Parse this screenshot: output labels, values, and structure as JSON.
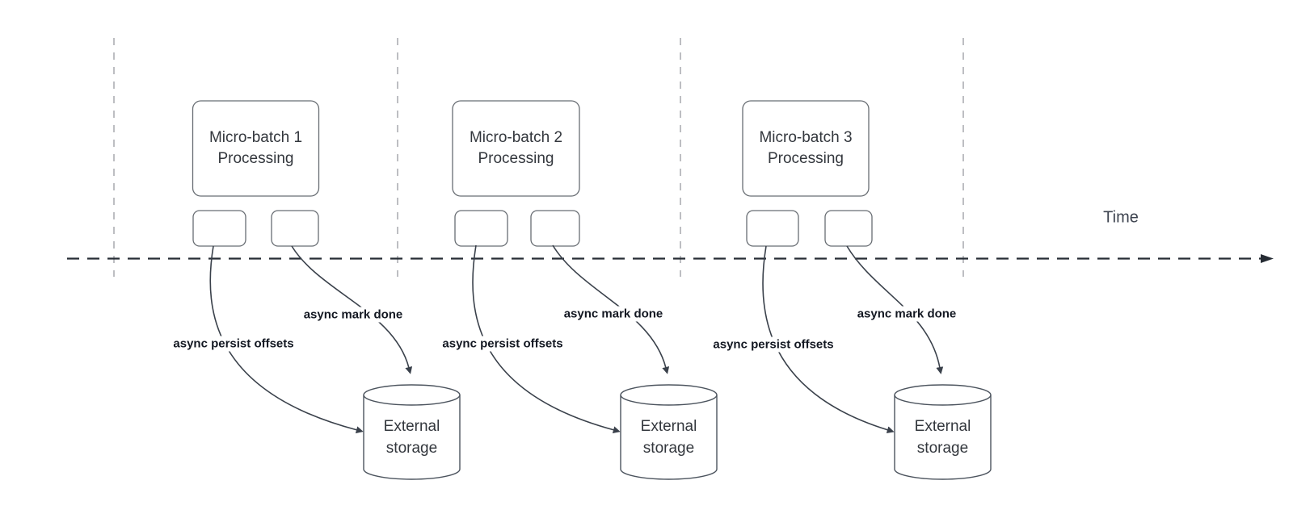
{
  "diagram": {
    "type": "timeline-flow-diagram",
    "timeline": {
      "label": "Time"
    },
    "colors": {
      "background": "#ffffff",
      "gridline": "#a7a9ad",
      "time_axis": "#262c34",
      "box_border": "#686d73",
      "cylinder_border": "#4c545e",
      "arrow": "#3a414b",
      "title_text": "#33373d",
      "edge_label_text": "#131822"
    },
    "batches": [
      {
        "title_line1": "Micro-batch 1",
        "title_line2": "Processing",
        "persist_label": "async persist offsets",
        "done_label": "async mark done",
        "storage_line1": "External",
        "storage_line2": "storage"
      },
      {
        "title_line1": "Micro-batch 2",
        "title_line2": "Processing",
        "persist_label": "async persist offsets",
        "done_label": "async mark done",
        "storage_line1": "External",
        "storage_line2": "storage"
      },
      {
        "title_line1": "Micro-batch 3",
        "title_line2": "Processing",
        "persist_label": "async persist offsets",
        "done_label": "async mark done",
        "storage_line1": "External",
        "storage_line2": "storage"
      }
    ]
  }
}
